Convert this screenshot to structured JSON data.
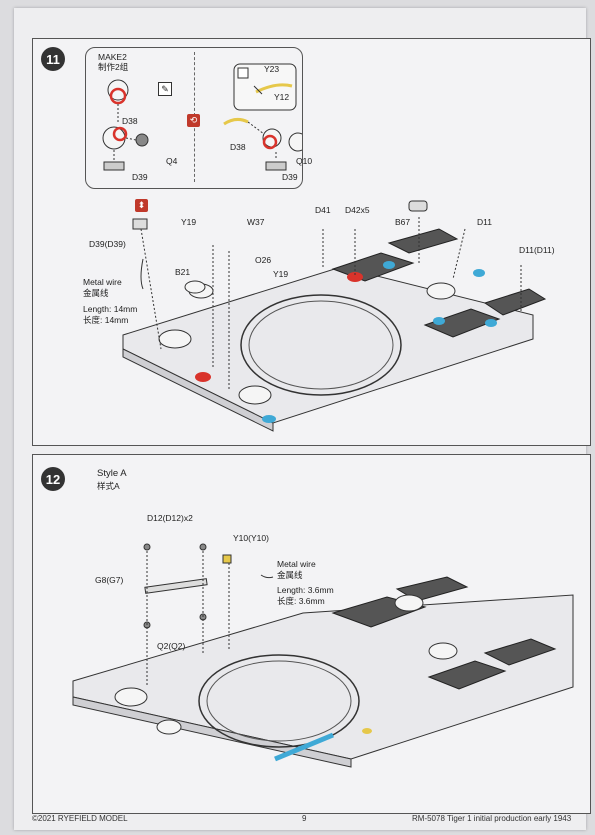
{
  "step11": {
    "number": "11",
    "make": "MAKE2",
    "make_cn": "制作2组",
    "sub_left": {
      "d38": "D38",
      "q4": "Q4",
      "d39": "D39"
    },
    "sub_right": {
      "y23": "Y23",
      "y12": "Y12",
      "d38": "D38",
      "q10": "Q10",
      "d39": "D39"
    },
    "parts": {
      "d39": "D39(D39)",
      "y19a": "Y19",
      "w37": "W37",
      "o26": "O26",
      "y19b": "Y19",
      "b21": "B21",
      "d41": "D41",
      "d42": "D42x5",
      "b67": "B67",
      "d11": "D11",
      "d11b": "D11(D11)"
    },
    "wire": {
      "label": "Metal wire",
      "label_cn": "金属线",
      "length": "Length: 14mm",
      "length_cn": "长度: 14mm"
    }
  },
  "step12": {
    "number": "12",
    "style": "Style A",
    "style_cn": "样式A",
    "parts": {
      "d12": "D12(D12)x2",
      "y10": "Y10(Y10)",
      "g8": "G8(G7)",
      "q2": "Q2(Q2)"
    },
    "wire": {
      "label": "Metal wire",
      "label_cn": "金属线",
      "length": "Length: 3.6mm",
      "length_cn": "长度: 3.6mm"
    }
  },
  "footer": {
    "copyright": "©2021 RYEFIELD MODEL",
    "page": "9",
    "title": "RM-5078  Tiger 1 initial production early 1943"
  },
  "colors": {
    "red": "#d9332b",
    "cyan": "#3fa9d6",
    "yellow": "#e6c84a"
  }
}
